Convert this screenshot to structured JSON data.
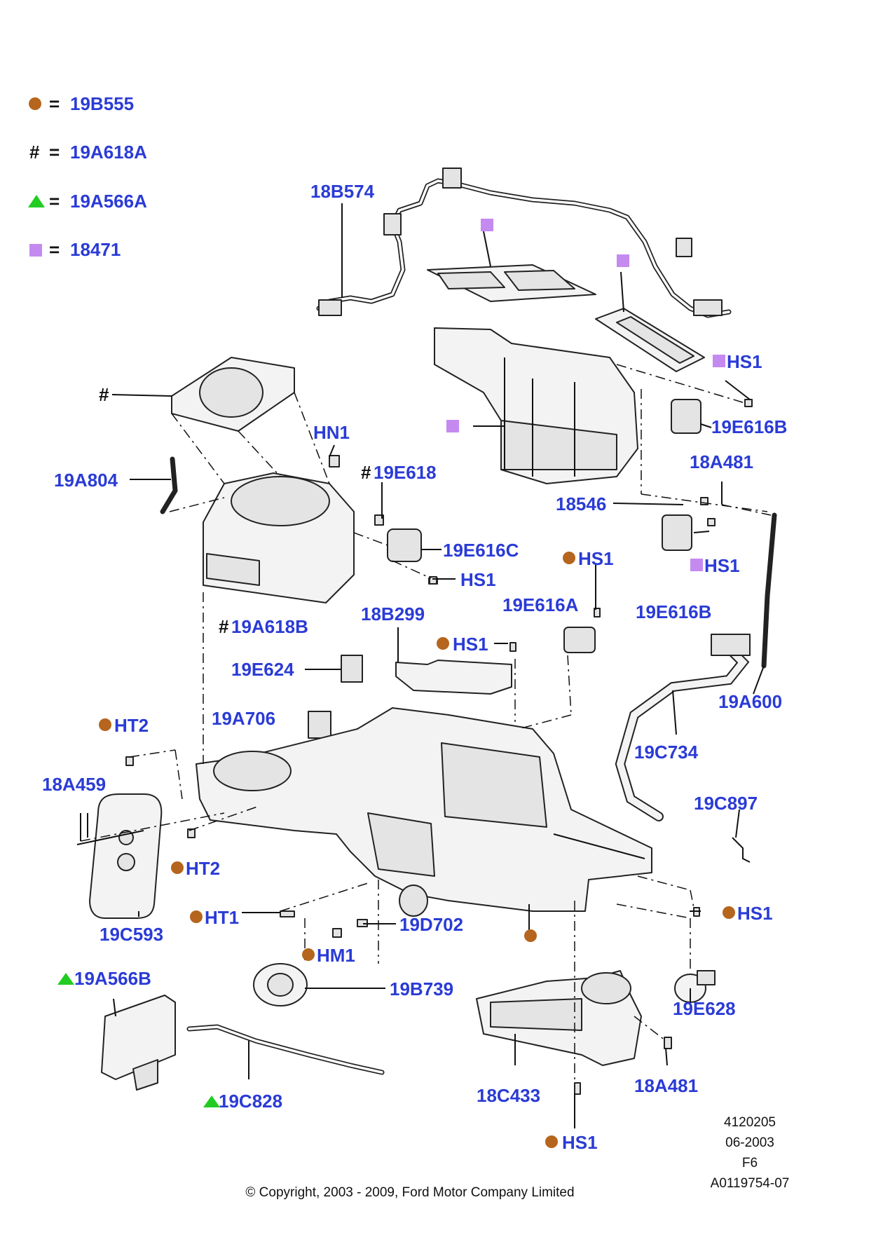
{
  "legend": {
    "dot": "19B555",
    "hash_symbol": "#",
    "hash": "19A618A",
    "triangle": "19A566A",
    "square": "18471",
    "equals": "="
  },
  "labels": {
    "l18B574": "18B574",
    "lHS1_top": "HS1",
    "l19E616B_a": "19E616B",
    "lHN1": "HN1",
    "lhash": "#",
    "l19A804": "19A804",
    "l19E618": "19E618",
    "l18A481_a": "18A481",
    "l18546": "18546",
    "l19E616C": "19E616C",
    "lHS1_b": "HS1",
    "lHS1_c": "HS1",
    "lHS1_d": "HS1",
    "l19A618B": "19A618B",
    "l19E616A": "19E616A",
    "l19E616B_b": "19E616B",
    "l18B299": "18B299",
    "lHS1_e": "HS1",
    "l19E624": "19E624",
    "l19A600": "19A600",
    "l19A706": "19A706",
    "lHT2_a": "HT2",
    "l19C734": "19C734",
    "l18A459": "18A459",
    "l19C897": "19C897",
    "lHT2_b": "HT2",
    "lHT1": "HT1",
    "lHS1_f": "HS1",
    "l19C593": "19C593",
    "l19D702": "19D702",
    "lHM1": "HM1",
    "l19A566B": "19A566B",
    "l19B739": "19B739",
    "l19E628": "19E628",
    "l18C433": "18C433",
    "l18A481_b": "18A481",
    "l19C828": "19C828",
    "lHS1_g": "HS1"
  },
  "footer": {
    "id1": "4120205",
    "date": "06-2003",
    "code": "F6",
    "ref": "A0119754-07",
    "copyright": "© Copyright, 2003 - 2009, Ford Motor Company Limited"
  },
  "colors": {
    "label": "#2a3bd6",
    "dot": "#b5651d",
    "triangle": "#22cc22",
    "square": "#c58af0"
  },
  "icons": {
    "dot": "filled-circle",
    "triangle": "filled-triangle",
    "square": "filled-square"
  }
}
